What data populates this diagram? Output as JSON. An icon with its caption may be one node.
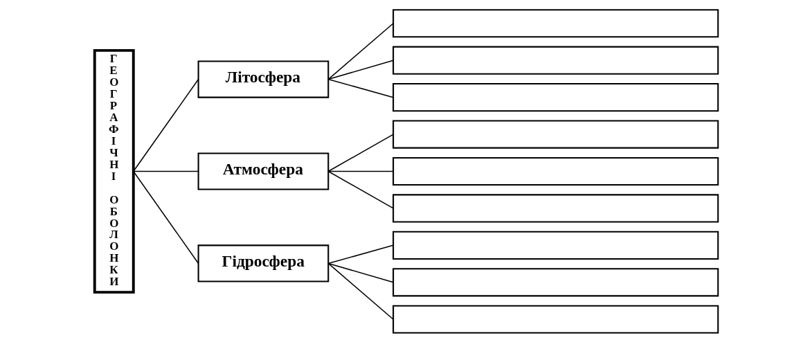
{
  "diagram": {
    "nodes": [
      {
        "text": [
          "ГЕОГРАФІЧНІ ОБОЛОНКИ"
        ]
      },
      {
        "text": [
          "Літосфера"
        ]
      },
      {
        "text": [],
        "shape": "box"
      },
      {
        "text": [],
        "shape": "box"
      },
      {
        "text": [],
        "shape": "box"
      },
      {
        "text": [
          "Атмосфера"
        ]
      },
      {
        "text": [],
        "shape": "box"
      },
      {
        "text": [],
        "shape": "box"
      },
      {
        "text": [],
        "shape": "box"
      },
      {
        "text": [
          "Гідросфера"
        ]
      },
      {
        "text": [],
        "shape": "box"
      },
      {
        "text": [],
        "shape": "box"
      },
      {
        "text": [],
        "shape": "box"
      }
    ],
    "edges": [
      {
        "from": 0,
        "to": 1,
        "arrow": "none"
      },
      {
        "from": 1,
        "to": 2,
        "arrow": "none"
      },
      {
        "from": 1,
        "to": 3,
        "arrow": "none"
      },
      {
        "from": 1,
        "to": 4,
        "arrow": "none"
      },
      {
        "from": 0,
        "to": 5,
        "arrow": "none"
      },
      {
        "from": 5,
        "to": 6,
        "arrow": "none"
      },
      {
        "from": 5,
        "to": 7,
        "arrow": "none"
      },
      {
        "from": 5,
        "to": 8,
        "arrow": "none"
      },
      {
        "from": 0,
        "to": 9,
        "arrow": "none"
      },
      {
        "from": 9,
        "to": 10,
        "arrow": "none"
      },
      {
        "from": 9,
        "to": 11,
        "arrow": "none"
      },
      {
        "from": 9,
        "to": 12,
        "arrow": "none"
      }
    ]
  }
}
